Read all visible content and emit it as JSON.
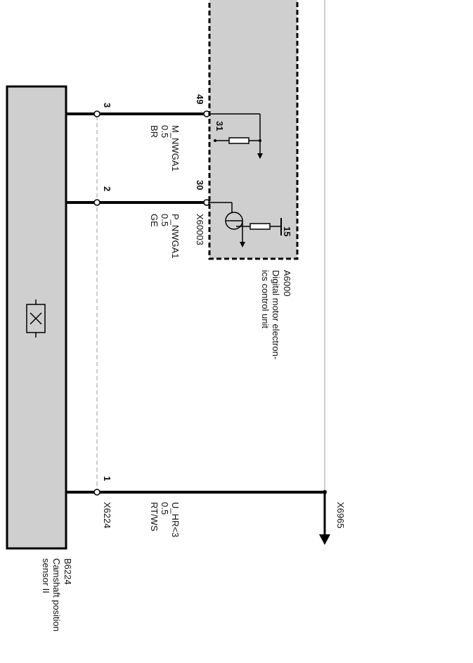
{
  "sensor": {
    "id": "B6224",
    "name_line1": "Camshaft position",
    "name_line2": "sensor II",
    "connector": "X6224",
    "symbol": "sensor-x-symbol"
  },
  "control_unit": {
    "id": "A6000",
    "name_line1": "Digital motor electron-",
    "name_line2": "ics control unit",
    "connector": "X60003",
    "ground_pin": "31",
    "supply_pin": "15"
  },
  "wires": [
    {
      "sensor_pin": "3",
      "ecu_pin": "49",
      "signal": "M_NWGA1",
      "cross_section": "0.5",
      "color": "BR"
    },
    {
      "sensor_pin": "2",
      "ecu_pin": "30",
      "signal": "P_NWGA1",
      "cross_section": "0.5",
      "color": "GE"
    },
    {
      "sensor_pin": "1",
      "signal": "U_HR<3",
      "cross_section": "0.5",
      "color": "RT/WS"
    }
  ],
  "continuation": {
    "connector": "X6965"
  },
  "colors": {
    "component_fill": "#cfcfcf",
    "wire": "#000000",
    "shield": "#9a9a9a"
  }
}
